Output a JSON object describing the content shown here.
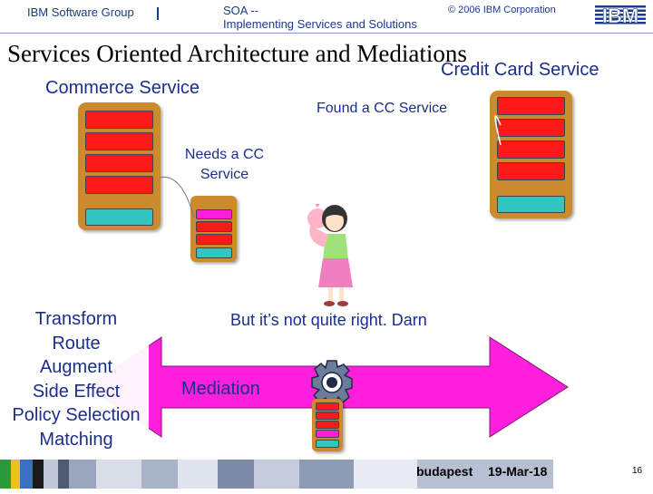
{
  "header": {
    "group": "IBM Software Group",
    "course_line1": "SOA --",
    "course_line2": "Implementing Services and Solutions",
    "copyright": "© 2006 IBM Corporation",
    "logo": "IBM"
  },
  "title": "Services Oriented Architecture and Mediations",
  "labels": {
    "credit_card_service": "Credit Card Service",
    "commerce_service": "Commerce Service",
    "found_cc": "Found a CC Service",
    "needs_cc_line1": "Needs a CC",
    "needs_cc_line2": "Service",
    "not_right": "But it’s not quite right. Darn",
    "mediation": "Mediation"
  },
  "mediation_functions": [
    "Transform",
    "Route",
    "Augment",
    "Side Effect",
    "Policy Selection",
    "Matching"
  ],
  "footer": {
    "location": "budapest",
    "date": "19-Mar-18",
    "page": "16"
  },
  "colors": {
    "accent_blue": "#1a3a8c",
    "arrow_magenta": "#ff1fdc",
    "service_stack": "#cc8a2e",
    "block_red": "#ff1a1a",
    "block_teal": "#33c6c0"
  }
}
